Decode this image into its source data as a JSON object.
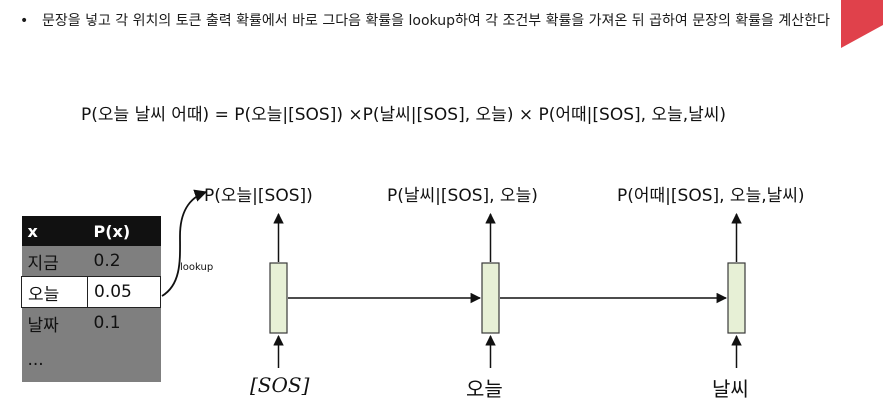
{
  "bullet": {
    "marker": "•",
    "text": "문장을 넣고 각 위치의 토큰 출력 확률에서 바로 그다음 확률을 lookup하여 각 조건부 확률을 가져온 뒤 곱하여 문장의 확률을 계산한다"
  },
  "formula": "P(오늘 날씨 어때) = P(오늘|[SOS]) ×P(날씨|[SOS], 오늘) × P(어때|[SOS], 오늘,날씨)",
  "diagram": {
    "outputs": [
      "P(오늘|[SOS])",
      "P(날씨|[SOS], 오늘)",
      "P(어때|[SOS], 오늘,날씨)"
    ],
    "inputs": [
      "[SOS]",
      "오늘",
      "날씨"
    ],
    "lookup_label": "lookup",
    "cell_color": "#e7f0d6",
    "cell_border": "#3a3a3a"
  },
  "table": {
    "headers": [
      "x",
      "P(x)"
    ],
    "rows": [
      {
        "x": "지금",
        "p": "0.2"
      },
      {
        "x": "오늘",
        "p": "0.05"
      },
      {
        "x": "날짜",
        "p": "0.1"
      },
      {
        "x": "...",
        "p": ""
      }
    ],
    "highlight_row": 1
  },
  "colors": {
    "accent": "#e0414b",
    "table_header": "#111111",
    "table_body": "#7f7f7f"
  }
}
